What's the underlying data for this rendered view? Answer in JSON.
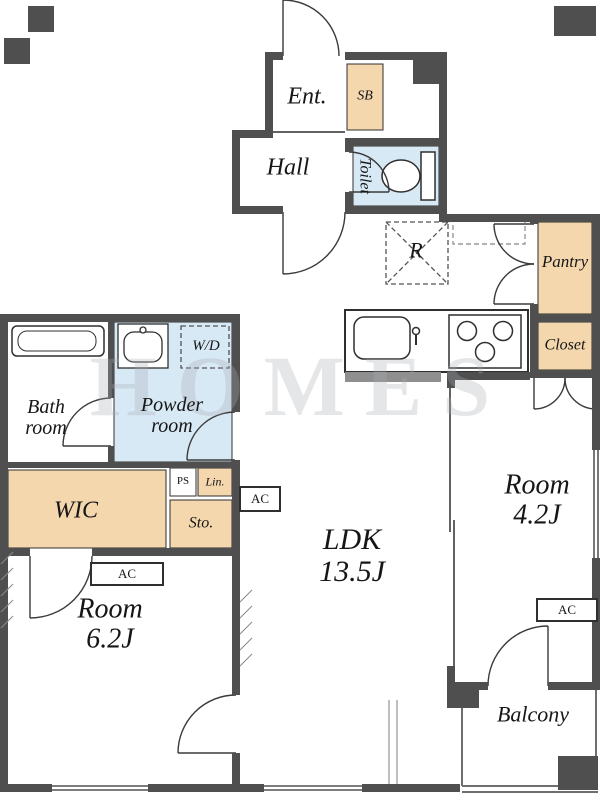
{
  "floorplan": {
    "watermark": "HOMES",
    "labels": {
      "ent": "Ent.",
      "hall": "Hall",
      "toilet": "Toilet",
      "shoe_box": "SB",
      "fridge": "R",
      "pantry": "Pantry",
      "closet": "Closet",
      "bath_line1": "Bath",
      "bath_line2": "room",
      "powder_line1": "Powder",
      "powder_line2": "room",
      "washer_dryer": "W/D",
      "pipe_space": "PS",
      "linen": "Lin.",
      "wic": "WIC",
      "storage": "Sto.",
      "ldk_line1": "LDK",
      "ldk_line2": "13.5J",
      "room_right_line1": "Room",
      "room_right_line2": "4.2J",
      "room_left_line1": "Room",
      "room_left_line2": "6.2J",
      "balcony": "Balcony",
      "ac": "AC"
    },
    "colors": {
      "wall": "#4f4f4f",
      "storage": "#f5d7ae",
      "wet": "#d8e9f6",
      "line": "#2f2f2f",
      "counter": "#8f8f8f",
      "balcony-line": "#6e6e6e",
      "watermark": "#a9adb3"
    }
  }
}
